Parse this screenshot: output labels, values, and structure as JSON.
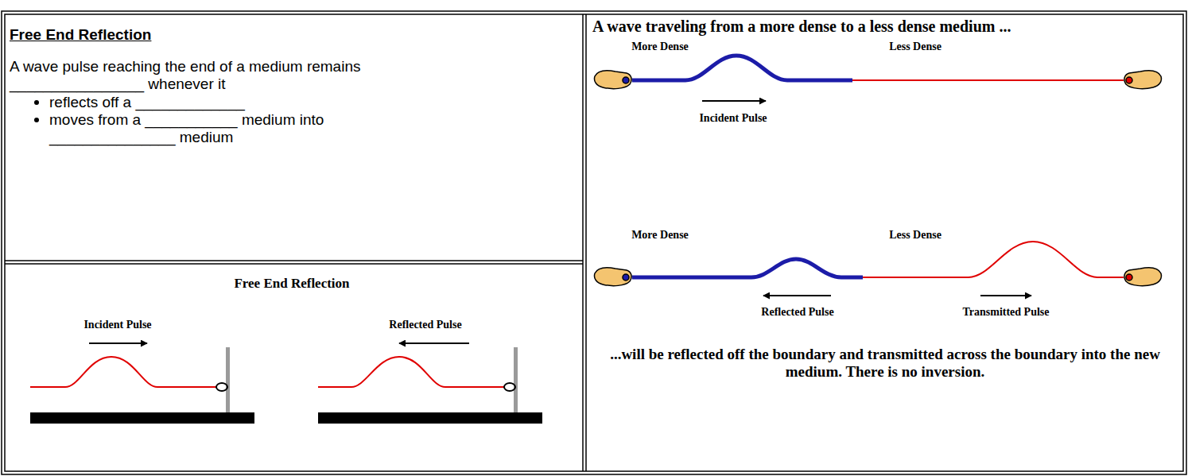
{
  "diagram": {
    "nodes": [
      {
        "text": [
          "Free End Reflection",
          "A wave pulse reaching the end of a medium remains ________________ whenever it",
          "reflects off a _____________",
          "moves from a ___________ medium into _______________ medium"
        ]
      },
      {
        "text": [
          "Free End Reflection",
          "Incident Pulse",
          "Reflected Pulse"
        ]
      },
      {
        "text": [
          "A wave traveling from a more dense to a less dense medium ...",
          "More Dense",
          "Less Dense",
          "Incident Pulse",
          "More Dense",
          "Less Dense",
          "Reflected Pulse",
          "Transmitted Pulse",
          "...will be reflected off the boundary and transmitted across the boundary into the new medium. There is no inversion."
        ]
      }
    ]
  }
}
